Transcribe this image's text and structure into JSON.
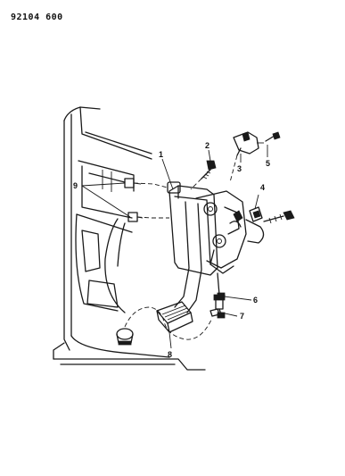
{
  "diagram_code": "92104 600",
  "callouts": {
    "c1": "1",
    "c2": "2",
    "c3": "3",
    "c4": "4",
    "c5": "5",
    "c6": "6",
    "c7": "7",
    "c8": "8",
    "c9": "9"
  }
}
